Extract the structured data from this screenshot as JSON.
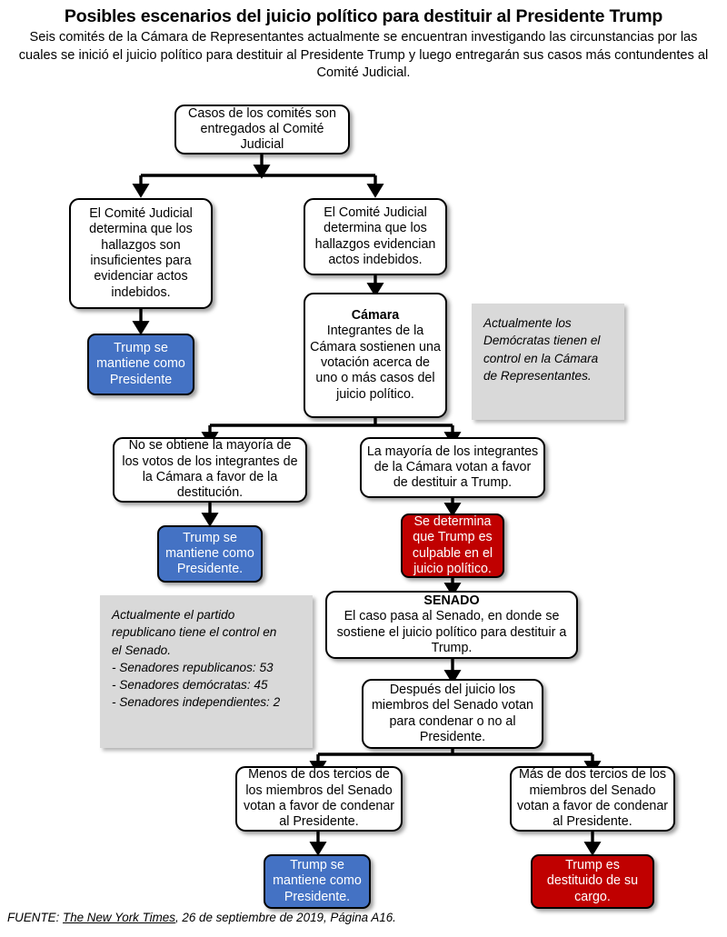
{
  "header": {
    "title": "Posibles escenarios del juicio político para destituir al Presidente Trump",
    "subtitle": "Seis comités de la Cámara de Representantes actualmente se encuentran investigando las circunstancias por las cuales se inició el juicio político para destituir al Presidente Trump y luego entregarán sus casos más contundentes al Comité Judicial."
  },
  "colors": {
    "blue": "#4472C4",
    "red": "#C00000",
    "note_gray": "#D9D9D9",
    "outline": "#000000",
    "background": "#FFFFFF"
  },
  "nodes": {
    "start": "Casos de los comités son entregados al Comité Judicial",
    "judicial_insufficient": "El Comité Judicial determina que los hallazgos son insuficientes para evidenciar actos indebidos.",
    "stays_president_1": "Trump se mantiene como Presidente",
    "judicial_evidence": "El Comité Judicial determina que los hallazgos evidencian actos indebidos.",
    "camara_header": "Cámara",
    "camara_body": "Integrantes de la Cámara sostienen una votación acerca de uno o más casos del juicio político.",
    "no_majority": "No se obtiene la mayoría de los votos de los integrantes de la Cámara a favor de la destitución.",
    "stays_president_2": "Trump se mantiene como Presidente.",
    "majority_votes": "La mayoría de los integrantes de la Cámara votan a favor de destituir a Trump.",
    "guilty": "Se determina que Trump es culpable en el juicio político.",
    "senado_header": "SENADO",
    "senado_body": "El caso pasa al Senado, en donde se sostiene el juicio político para destituir a Trump.",
    "senate_vote": "Después del juicio los miembros del Senado votan para condenar o no al Presidente.",
    "less_two_thirds": "Menos de dos tercios de los miembros del Senado votan a favor de condenar al Presidente.",
    "more_two_thirds": "Más de dos tercios de los miembros del Senado votan a favor de condenar al Presidente.",
    "stays_president_3": "Trump se mantiene como Presidente.",
    "removed": "Trump es destituido de su cargo."
  },
  "notes": {
    "house_control": {
      "lines": [
        "Actualmente los",
        "Demócratas tienen el",
        "control en la Cámara",
        "de Representantes."
      ]
    },
    "senate_control": {
      "lines": [
        "Actualmente el partido",
        "republicano tiene el control en",
        "el Senado.",
        "- Senadores republicanos: 53",
        "- Senadores demócratas: 45",
        "- Senadores independientes: 2"
      ]
    }
  },
  "source": {
    "prefix": "FUENTE: ",
    "publication": "The New York Times",
    "suffix": ", 26 de septiembre de 2019, Página A16."
  }
}
